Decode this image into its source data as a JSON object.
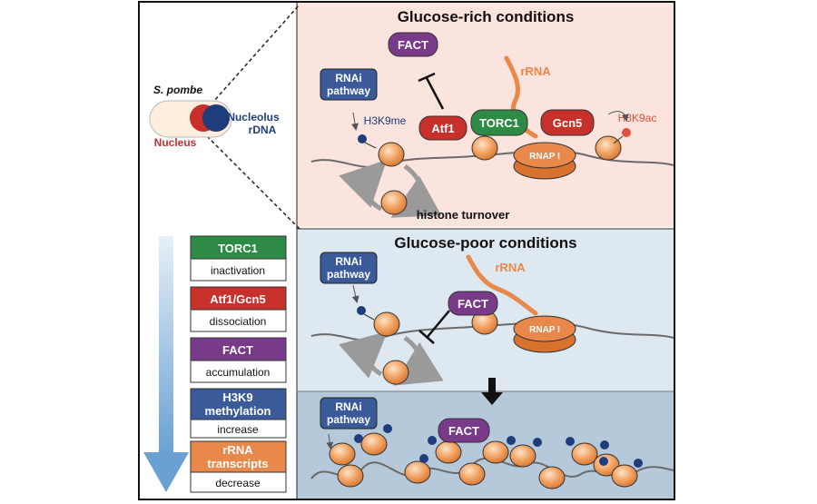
{
  "organism": "S. pombe",
  "nucleolus_label": "Nucleolus",
  "rdna_label": "rDNA",
  "nucleus_label": "Nucleus",
  "panels": {
    "rich_title": "Glucose-rich conditions",
    "poor_title": "Glucose-poor conditions"
  },
  "proteins": {
    "fact": "FACT",
    "rnai_line1": "RNAi",
    "rnai_line2": "pathway",
    "atf1": "Atf1",
    "torc1": "TORC1",
    "gcn5": "Gcn5",
    "rnap": "RNAP I"
  },
  "marks": {
    "h3k9me": "H3K9me",
    "h3k9ac": "H3K9ac",
    "rrna": "rRNA",
    "histone_turnover": "histone turnover"
  },
  "legend": [
    {
      "title": "TORC1",
      "effect": "inactivation",
      "color": "#2e8b45"
    },
    {
      "title": "Atf1/Gcn5",
      "effect": "dissociation",
      "color": "#c8302c"
    },
    {
      "title": "FACT",
      "effect": "accumulation",
      "color": "#7a3a8a"
    },
    {
      "title": "H3K9 methylation",
      "title_line1": "H3K9",
      "title_line2": "methylation",
      "effect": "increase",
      "color": "#3a5a9a"
    },
    {
      "title": "rRNA transcripts",
      "title_line1": "rRNA",
      "title_line2": "transcripts",
      "effect": "decrease",
      "color": "#e8884a"
    }
  ],
  "colors": {
    "rich_bg": "#fbe3de",
    "poor_bg": "#dde8f1",
    "poor_bottom_bg": "#b5c9da",
    "rnai": "#3a5a9a",
    "fact": "#7a3a8a",
    "atf1": "#c8302c",
    "torc1": "#2e8b45",
    "gcn5": "#c8302c",
    "rnap": "#e8884a",
    "rrna": "#e8884a",
    "nucleosome": "#f2a566"
  }
}
